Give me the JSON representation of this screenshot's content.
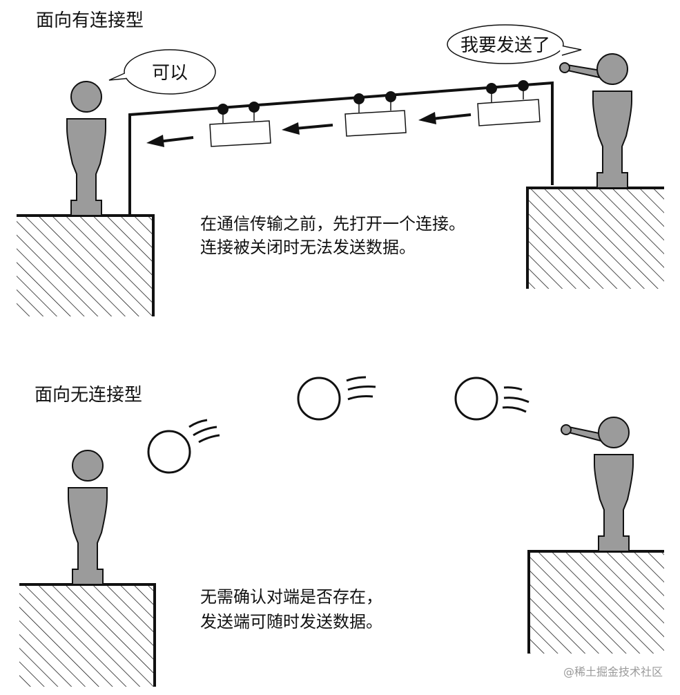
{
  "connection_oriented": {
    "title": "面向有连接型",
    "receiver_bubble": "可以",
    "sender_bubble": "我要发送了",
    "caption_line1": "在通信传输之前，先打开一个连接。",
    "caption_line2": "连接被关闭时无法发送数据。"
  },
  "connectionless": {
    "title": "面向无连接型",
    "caption_line1": "无需确认对端是否存在，",
    "caption_line2": "发送端可随时发送数据。"
  },
  "watermark": "@稀土掘金技术社区",
  "colors": {
    "figure": "#9b9b9b",
    "line": "#111111",
    "watermark": "#9a9a9a"
  }
}
